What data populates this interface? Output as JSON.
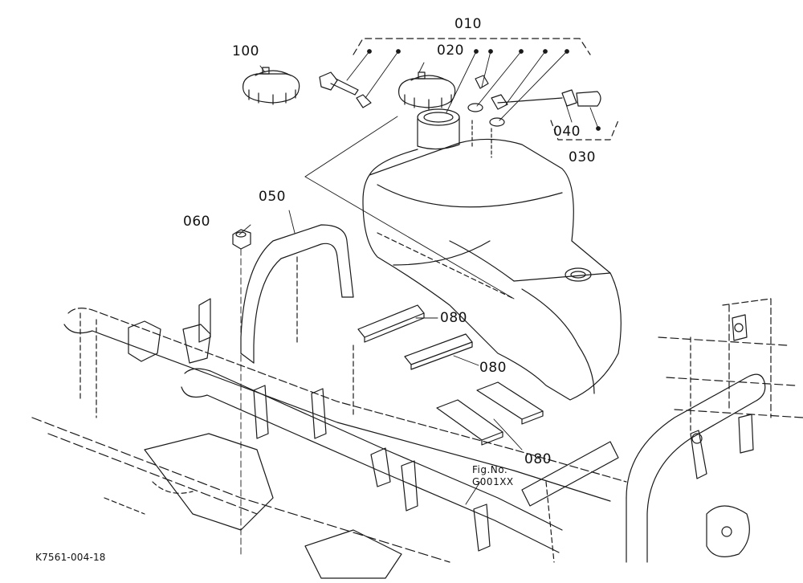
{
  "diagram": {
    "part_labels": {
      "p010": "010",
      "p020": "020",
      "p030": "030",
      "p040": "040",
      "p050": "050",
      "p060": "060",
      "p080a": "080",
      "p080b": "080",
      "p080c": "080",
      "p100": "100"
    },
    "figure_ref": {
      "line1": "Fig.No.",
      "line2": "G001XX"
    },
    "drawing_id": "K7561-004-18",
    "colors": {
      "line": "#1a1a1a",
      "background": "#ffffff"
    }
  }
}
